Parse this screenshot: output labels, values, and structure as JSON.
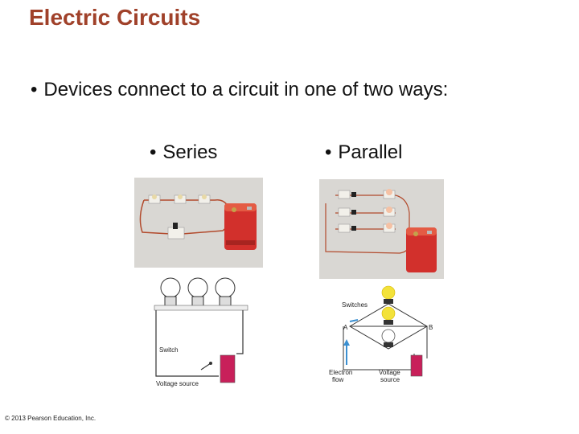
{
  "slide": {
    "title": "Electric Circuits",
    "bullet": "Devices connect to a circuit in one of two ways:",
    "bullet_marker": "•",
    "options": {
      "series": "Series",
      "parallel": "Parallel"
    },
    "copyright": "© 2013 Pearson Education, Inc."
  },
  "series_diagram": {
    "switch_label": "Switch",
    "source_label": "Voltage source"
  },
  "parallel_diagram": {
    "switches_label": "Switches",
    "node_a": "A",
    "node_b": "B",
    "electron_label_1": "Electron",
    "electron_label_2": "flow",
    "source_label_1": "Voltage",
    "source_label_2": "source"
  },
  "colors": {
    "title": "#a0412a",
    "battery": "#d2302c",
    "bulb": "#f3e23a",
    "wire": "#b24a2c",
    "arrow": "#3a8fd1"
  }
}
